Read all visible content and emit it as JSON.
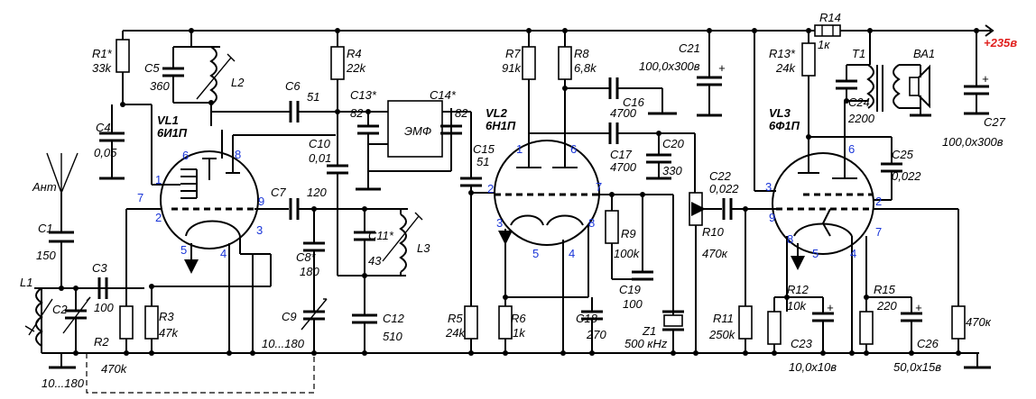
{
  "supply": {
    "label": "+235в",
    "color": "#e0201e"
  },
  "antenna": {
    "label": "Ант"
  },
  "pin_color": "#1a36d8",
  "tubes": [
    {
      "name": "VL1",
      "type": "6И1П"
    },
    {
      "name": "VL2",
      "type": "6Н1П"
    },
    {
      "name": "VL3",
      "type": "6Ф1П"
    }
  ],
  "filter": {
    "label": "ЭМФ"
  },
  "parts": {
    "C1": {
      "name": "C1",
      "value": "150"
    },
    "C2": {
      "name": "C2",
      "value": "10...180"
    },
    "C3": {
      "name": "C3",
      "value": "100"
    },
    "C4": {
      "name": "C4",
      "value": "0,05"
    },
    "C5": {
      "name": "C5",
      "value": "360"
    },
    "C6": {
      "name": "C6",
      "value": "51"
    },
    "C7": {
      "name": "C7",
      "value": "120"
    },
    "C8": {
      "name": "C8*",
      "value": "180"
    },
    "C9": {
      "name": "C9",
      "value": "10...180"
    },
    "C10": {
      "name": "C10",
      "value": "0,01"
    },
    "C11": {
      "name": "C11*",
      "value": "43"
    },
    "C12": {
      "name": "C12",
      "value": "510"
    },
    "C13": {
      "name": "C13*",
      "value": "82"
    },
    "C14": {
      "name": "C14*",
      "value": "82"
    },
    "C15": {
      "name": "C15",
      "value": "51"
    },
    "C16": {
      "name": "C16",
      "value": "4700"
    },
    "C17": {
      "name": "C17",
      "value": "4700"
    },
    "C18": {
      "name": "C18",
      "value": "270"
    },
    "C19": {
      "name": "C19",
      "value": "100"
    },
    "C20": {
      "name": "C20",
      "value": "330"
    },
    "C21": {
      "name": "C21",
      "value": "100,0х300в"
    },
    "C22": {
      "name": "C22",
      "value": "0,022"
    },
    "C23": {
      "name": "C23",
      "value": "10,0х10в"
    },
    "C24": {
      "name": "C24",
      "value": "2200"
    },
    "C25": {
      "name": "C25",
      "value": "0,022"
    },
    "C26": {
      "name": "C26",
      "value": "50,0х15в"
    },
    "C27": {
      "name": "C27",
      "value": "100,0х300в"
    },
    "R1": {
      "name": "R1*",
      "value": "33k"
    },
    "R2": {
      "name": "R2",
      "value": "470k"
    },
    "R3": {
      "name": "R3",
      "value": "47k"
    },
    "R4": {
      "name": "R4",
      "value": "22k"
    },
    "R5": {
      "name": "R5",
      "value": "24k"
    },
    "R6": {
      "name": "R6",
      "value": "1k"
    },
    "R7": {
      "name": "R7",
      "value": "91k"
    },
    "R8": {
      "name": "R8",
      "value": "6,8k"
    },
    "R9": {
      "name": "R9",
      "value": "100k"
    },
    "R10": {
      "name": "R10",
      "value": "470к"
    },
    "R11": {
      "name": "R11",
      "value": "250k"
    },
    "R12": {
      "name": "R12",
      "value": "10k"
    },
    "R13": {
      "name": "R13*",
      "value": "24k"
    },
    "R14": {
      "name": "R14",
      "value": "1к"
    },
    "R15": {
      "name": "R15",
      "value": "220"
    },
    "R16": {
      "value": "470к"
    },
    "L1": {
      "name": "L1"
    },
    "L2": {
      "name": "L2"
    },
    "L3": {
      "name": "L3"
    },
    "T1": {
      "name": "T1"
    },
    "BA1": {
      "name": "ВА1"
    },
    "Z1": {
      "name": "Z1",
      "value": "500 кHz"
    }
  },
  "pins": {
    "vl1": [
      "1",
      "2",
      "3",
      "4",
      "5",
      "6",
      "7",
      "8",
      "9"
    ],
    "vl2": [
      "1",
      "2",
      "3",
      "4",
      "5",
      "6",
      "7",
      "8"
    ],
    "vl3": [
      "2",
      "3",
      "4",
      "5",
      "6",
      "7",
      "8",
      "9"
    ]
  }
}
